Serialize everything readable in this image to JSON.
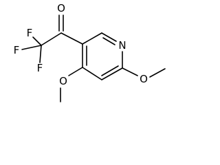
{
  "molecule": {
    "atom_labels": {
      "carbonyl_oxygen": "O",
      "fluorine_top": "F",
      "fluorine_left": "F",
      "fluorine_bottom": "F",
      "ring_nitrogen": "N",
      "methoxy_oxygen_4": "O",
      "methoxy_oxygen_6": "O"
    }
  }
}
